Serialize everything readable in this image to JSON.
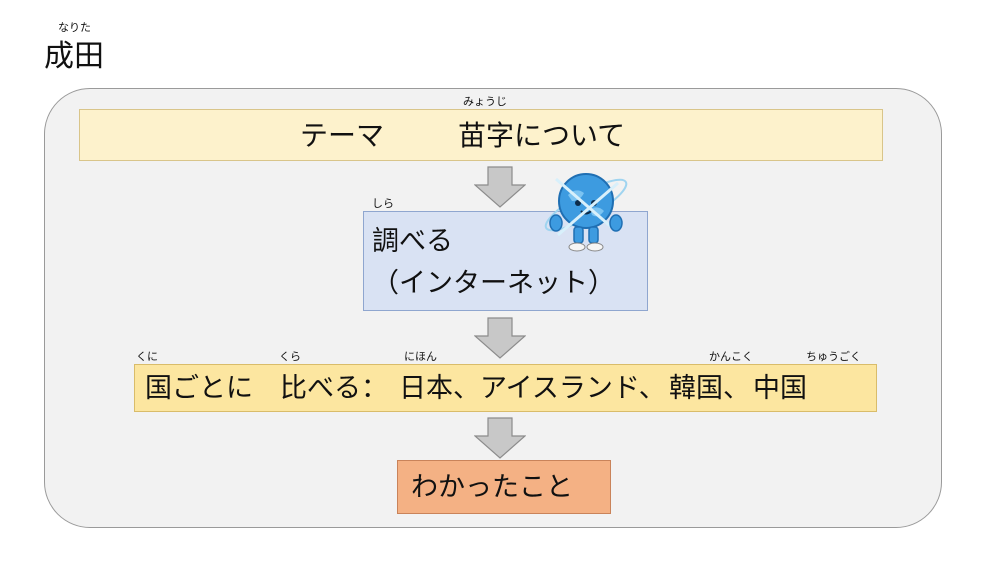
{
  "header": {
    "name": "成田",
    "name_ruby": "なりた"
  },
  "flow": {
    "theme": {
      "label": "テーマ",
      "topic_kanji": "苗字",
      "topic_suffix": "について",
      "topic_ruby": "みょうじ"
    },
    "research": {
      "verb_kanji": "調",
      "verb_suffix": "べる",
      "verb_ruby": "しら",
      "method": "（インターネット）"
    },
    "compare": {
      "kuni": "国",
      "kuni_ruby": "くに",
      "mid1": "ごとに",
      "kura": "比",
      "kura_ruby": "くら",
      "mid2": "べる：",
      "nihon": "日本",
      "nihon_ruby": "にほん",
      "mid3": "、アイスランド、",
      "kankoku": "韓国",
      "kankoku_ruby": "かんこく",
      "mid4": "、",
      "chugoku": "中国",
      "chugoku_ruby": "ちゅうごく"
    },
    "learned": {
      "label": "わかったこと"
    }
  },
  "colors": {
    "panel_bg": "#f2f2f2",
    "theme_box": "#fdf2cc",
    "research_box": "#d9e2f3",
    "compare_box": "#fce6a0",
    "learned_box": "#f4b184",
    "arrow": "#c8c8c8"
  },
  "icons": {
    "mascot": "globe-mascot-icon",
    "arrow": "down-arrow-icon"
  }
}
